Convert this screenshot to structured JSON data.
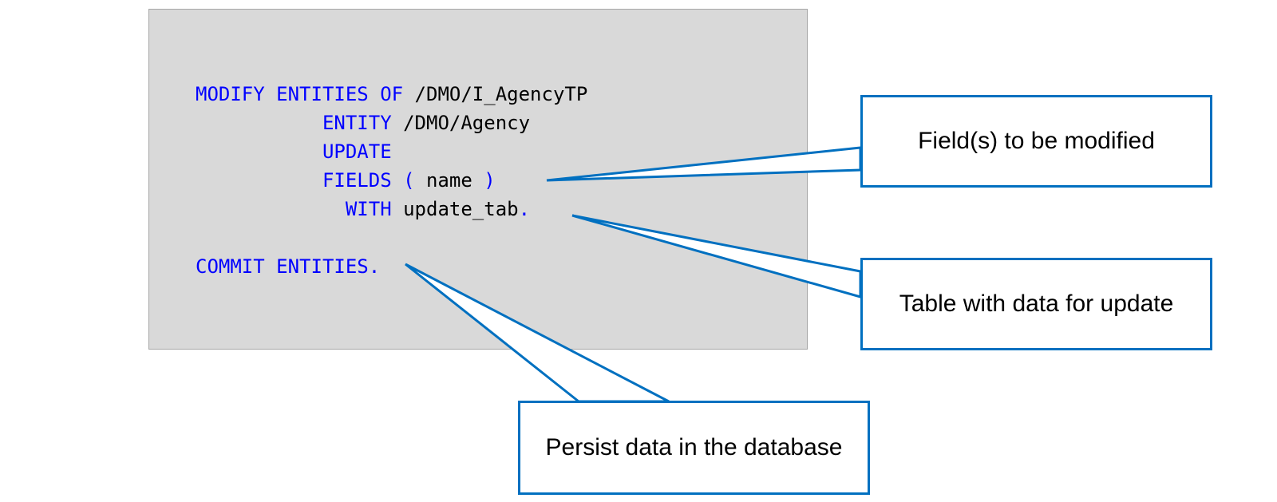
{
  "code": {
    "lines": [
      [
        {
          "t": "MODIFY ENTITIES OF ",
          "k": 1
        },
        {
          "t": "/DMO/I_AgencyTP",
          "k": 0
        }
      ],
      [
        {
          "t": "           ENTITY ",
          "k": 1
        },
        {
          "t": "/DMO/Agency",
          "k": 0
        }
      ],
      [
        {
          "t": "           UPDATE",
          "k": 1
        }
      ],
      [
        {
          "t": "           FIELDS ( ",
          "k": 1
        },
        {
          "t": "name",
          "k": 0
        },
        {
          "t": " )",
          "k": 1
        }
      ],
      [
        {
          "t": "             WITH ",
          "k": 1
        },
        {
          "t": "update_tab",
          "k": 0
        },
        {
          "t": ".",
          "k": 1
        }
      ],
      [],
      [
        {
          "t": "COMMIT ENTITIES.",
          "k": 1
        }
      ]
    ]
  },
  "callouts": {
    "fields": "Field(s) to be modified",
    "table": "Table with data for update",
    "persist": "Persist data in the database"
  },
  "colors": {
    "keyword": "#0000ff",
    "identifier": "#000000",
    "panel_bg": "#d9d9d9",
    "callout_border": "#0070c0"
  }
}
